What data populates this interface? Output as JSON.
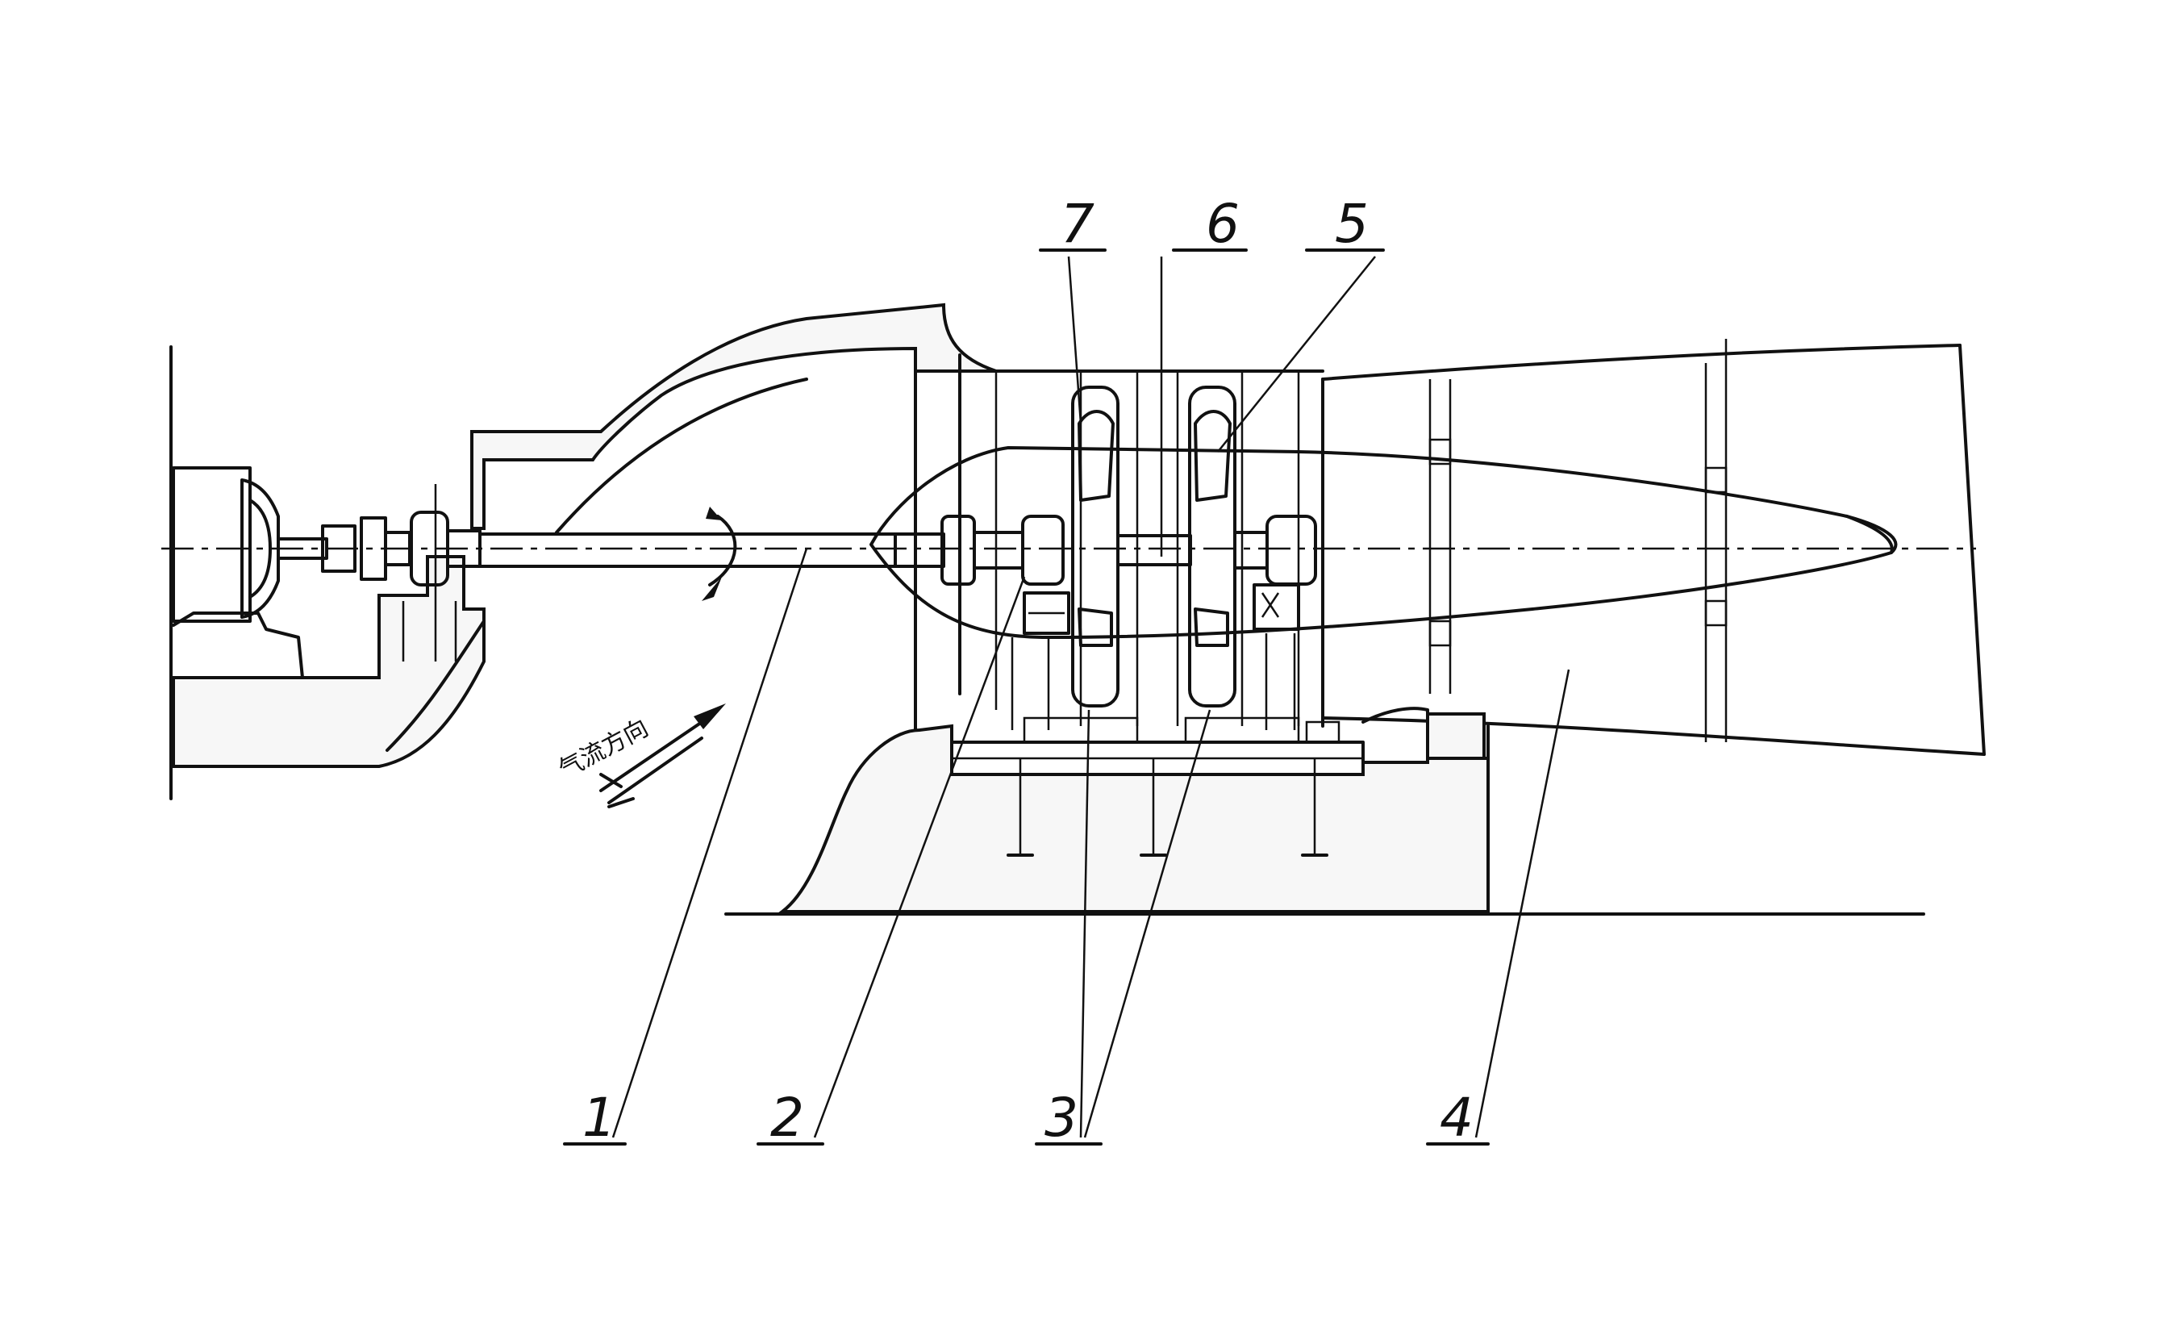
{
  "labels": {
    "l1": "1",
    "l2": "2",
    "l3": "3",
    "l4": "4",
    "l5": "5",
    "l6": "6",
    "l7": "7"
  },
  "airflow_note": "气流方向",
  "colors": {
    "ink": "#111111",
    "paper": "#ffffff"
  }
}
